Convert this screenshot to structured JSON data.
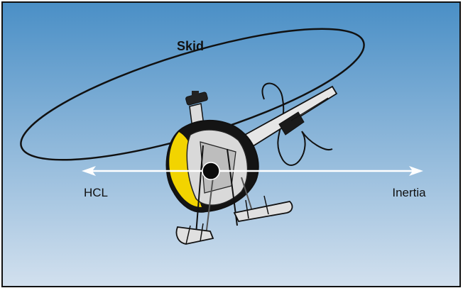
{
  "labels": {
    "title": "Skid",
    "left_force": "HCL",
    "right_force": "Inertia"
  },
  "colors": {
    "sky_top": "#4a8fc6",
    "sky_bottom": "#d2e0ee",
    "frame": "#111111",
    "cabin_accent": "#f2d400",
    "cabin_dark": "#141414",
    "airframe_light": "#e8e8e8",
    "arrow": "#ffffff"
  },
  "icons": {
    "aircraft": "helicopter-illustration",
    "center_of_gravity": "cg-dot"
  }
}
